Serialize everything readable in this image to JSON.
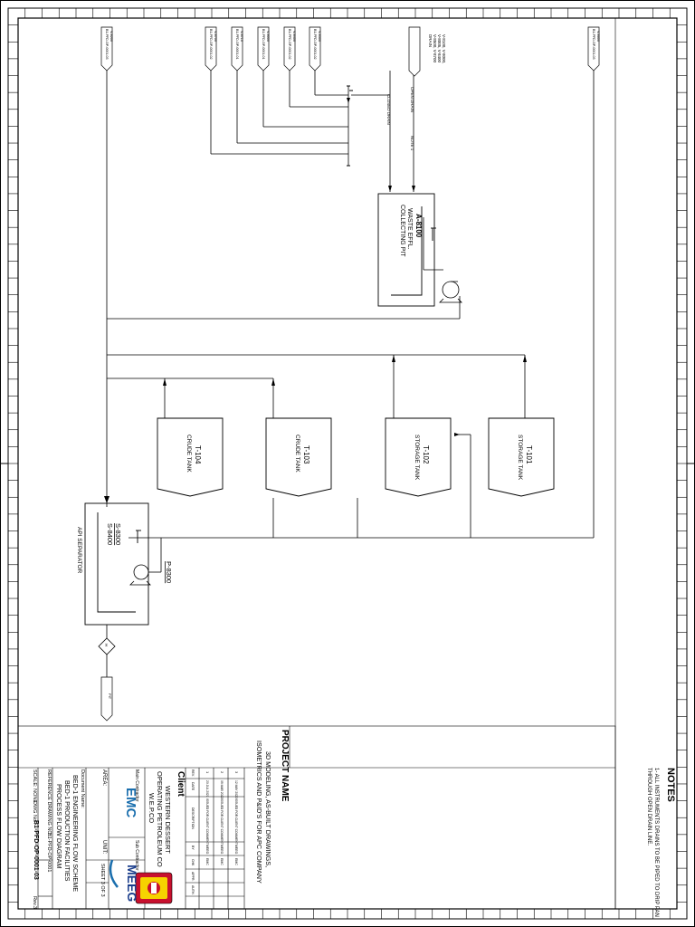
{
  "notes": {
    "heading": "NOTES",
    "item1_line1": "1- ALL INSTRUMENTS DRAINS TO BE PIPED TO DRIP PAN",
    "item1_line2": "THROUGH OPEN DRAIN LINE."
  },
  "title_block": {
    "project_heading": "PROJECT NAME",
    "project_line1": "3D MODELING, AS-BUILT DRAWINGS,",
    "project_line2": "ISOMETRICS AND P&ID'S FOR APC COMPANY",
    "client_heading": "Client",
    "client_line1": "WESTERN DESSERT",
    "client_line2": "OPERATING PETROLEUM CO",
    "client_line3": "W.E.P.CO",
    "main_contractor_label": "Main Contractor",
    "sub_contractor_label": "Sub Contractor",
    "emc_logo_text": "EMC",
    "meeg_logo_text": "MEEG",
    "area_label": "AREA:",
    "unit_label": "UNIT:",
    "document_name_label": "Document Name:",
    "doc_line1": "BED-1 ENGINEERING FLOW SCHEME",
    "doc_line2": "BED-1 PRODUCTION FACILITIES",
    "doc_line3": "PROCESS FLOW DIAGRAM",
    "sheet": "SHEET 3 OF 3",
    "reference_label": "REFERENCE DRAWING NO.:",
    "reference_value": "B1-PFD-OP-0001",
    "scale": "SCALE: NONE",
    "dwg_label": "DWG No.:",
    "dwg_no": "B1-PFD-OP-0001-03",
    "rev": "Rev.3"
  },
  "revisions": {
    "headers": [
      "REV.",
      "DATE",
      "DESCRIPTION",
      "BY",
      "CHK",
      "APPR.",
      "AUTH."
    ],
    "rows": [
      {
        "rev": "3",
        "date": "12 MAY 2022",
        "desc": "ISSUED FOR CLIENT COMMENT",
        "by": "MEEG",
        "chk": "EMC"
      },
      {
        "rev": "2",
        "date": "09 MAR 2022",
        "desc": "ISSUED FOR CLIENT COMMENT",
        "by": "MEEG",
        "chk": "EMC"
      },
      {
        "rev": "1",
        "date": "20 JUL 2021",
        "desc": "ISSUED FOR CLIENT COMMENT",
        "by": "MEEG",
        "chk": "EMC"
      }
    ]
  },
  "equipment": {
    "waste_pit": {
      "tag": "A-8100",
      "line1": "WASTE EFFL.",
      "line2": "COLLECTING PIT"
    },
    "api_separator": {
      "tag1": "S-8300",
      "tag2": "S-8400",
      "label": "API SEPARATOR"
    },
    "pump": {
      "tag": "P-8300"
    },
    "tanks": [
      {
        "tag": "T-101",
        "label": "STORAGE TANK"
      },
      {
        "tag": "T-102",
        "label": "STORAGE TANK"
      },
      {
        "tag": "T-103",
        "label": "CRUDE TANK"
      },
      {
        "tag": "T-104",
        "label": "CRUDE TANK"
      }
    ]
  },
  "offpage": [
    {
      "from": "V-8200",
      "ref": "B1-PFD-OP-0001-03"
    },
    {
      "from": "V-8700",
      "ref": "B1-PFD-OP-0001-02"
    },
    {
      "from": "V-8710",
      "ref": "B1-PFD-OP-0001-01"
    },
    {
      "from": "V-8000",
      "ref": "B1-PFD-OP-0001-01"
    },
    {
      "from": "V-8400",
      "ref": "B1-PFD-OP-0001-02"
    },
    {
      "from": "V-8500",
      "ref": "B1-PFD-OP-0001-02"
    },
    {
      "from": "V-8600",
      "ref": "B1-PFD-OP-0001-03"
    }
  ],
  "drain_labels": {
    "multi_line1": "V-8100, V-8000,",
    "multi_line2": "V-8005, V-8400",
    "multi_line3": "V-8500, V-8700",
    "multi_line4": "DRAIN",
    "closed_drain": "CLOSED DRAIN",
    "open_drain": "OPEN DRAIN",
    "note_ref": "NOTE 1",
    "pit_out": "PIT",
    "valve_mark": "H"
  }
}
